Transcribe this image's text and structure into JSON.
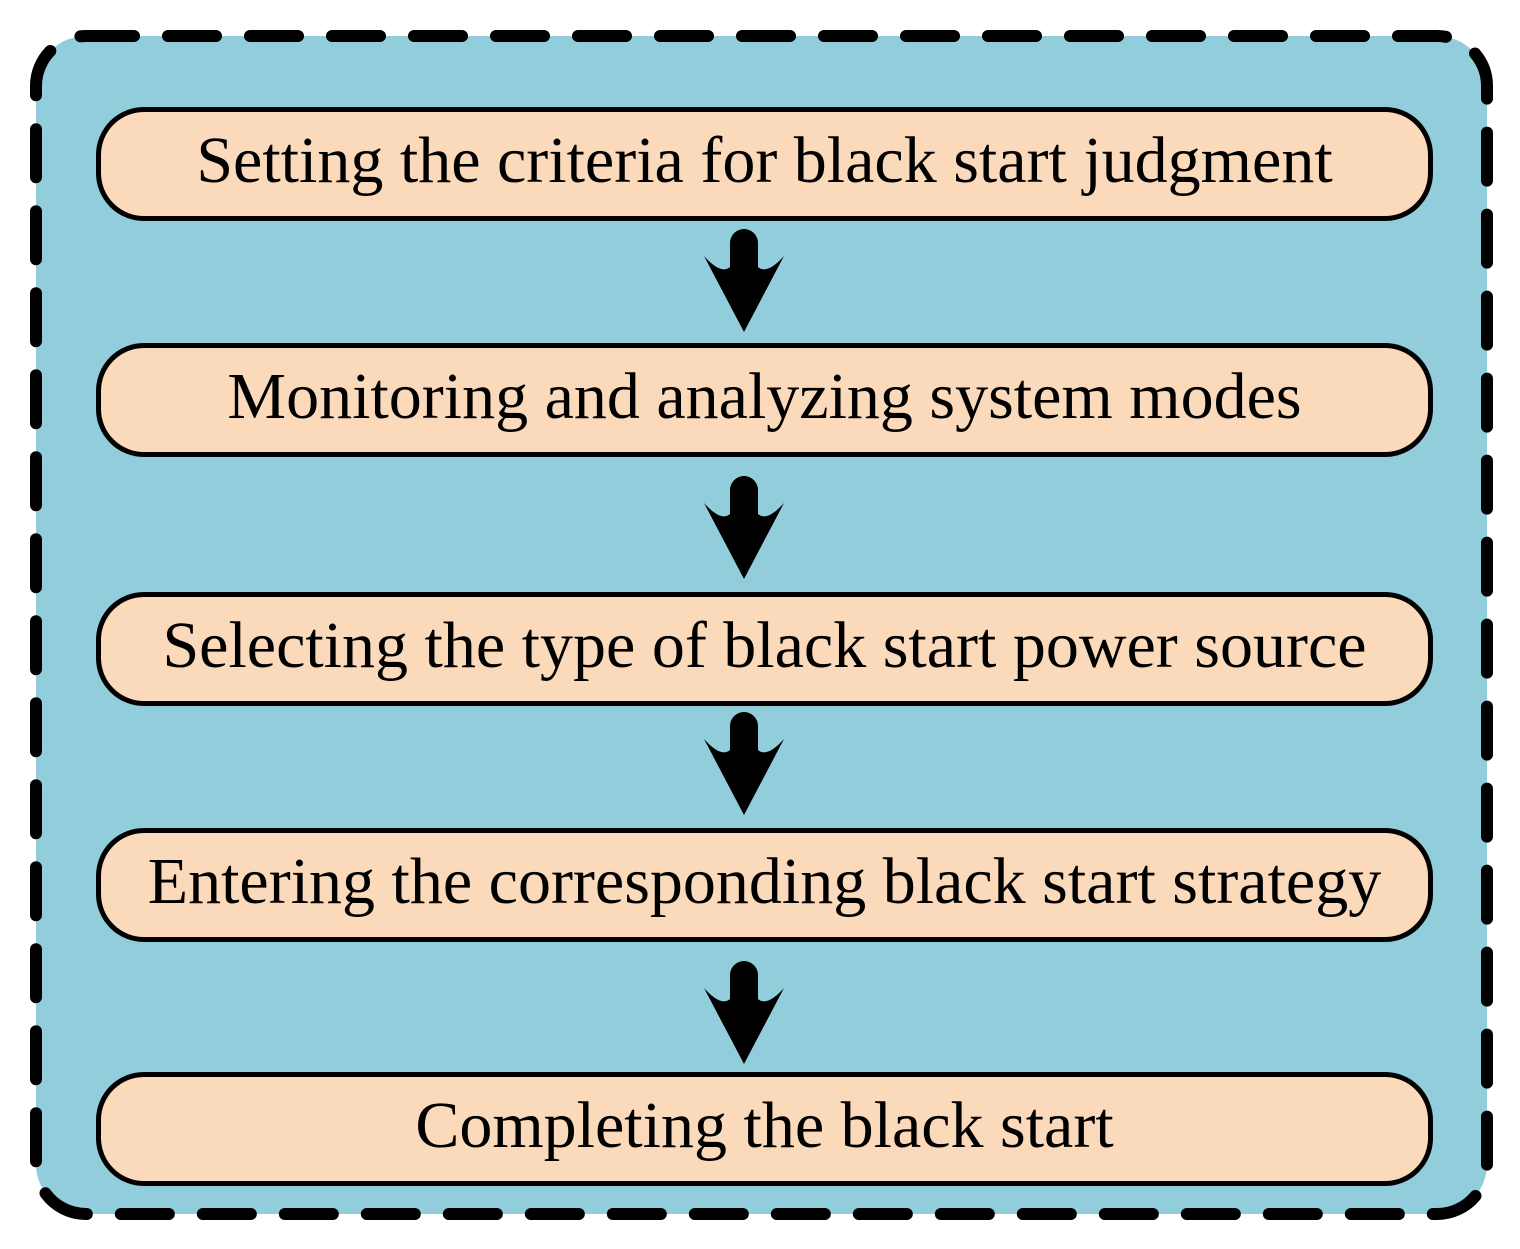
{
  "flowchart": {
    "steps": [
      {
        "label": "Setting the criteria for black start judgment"
      },
      {
        "label": "Monitoring and analyzing system modes"
      },
      {
        "label": "Selecting the type of black start power source"
      },
      {
        "label": "Entering the corresponding black start strategy"
      },
      {
        "label": "Completing the black start"
      }
    ],
    "connector_icon": "down-arrow-icon",
    "colors": {
      "container_fill": "#92CDDC",
      "container_border": "#000000",
      "step_fill": "#FBDABB",
      "step_border": "#000000",
      "arrow": "#000000",
      "text": "#000000",
      "page_background": "#FFFFFF"
    }
  }
}
